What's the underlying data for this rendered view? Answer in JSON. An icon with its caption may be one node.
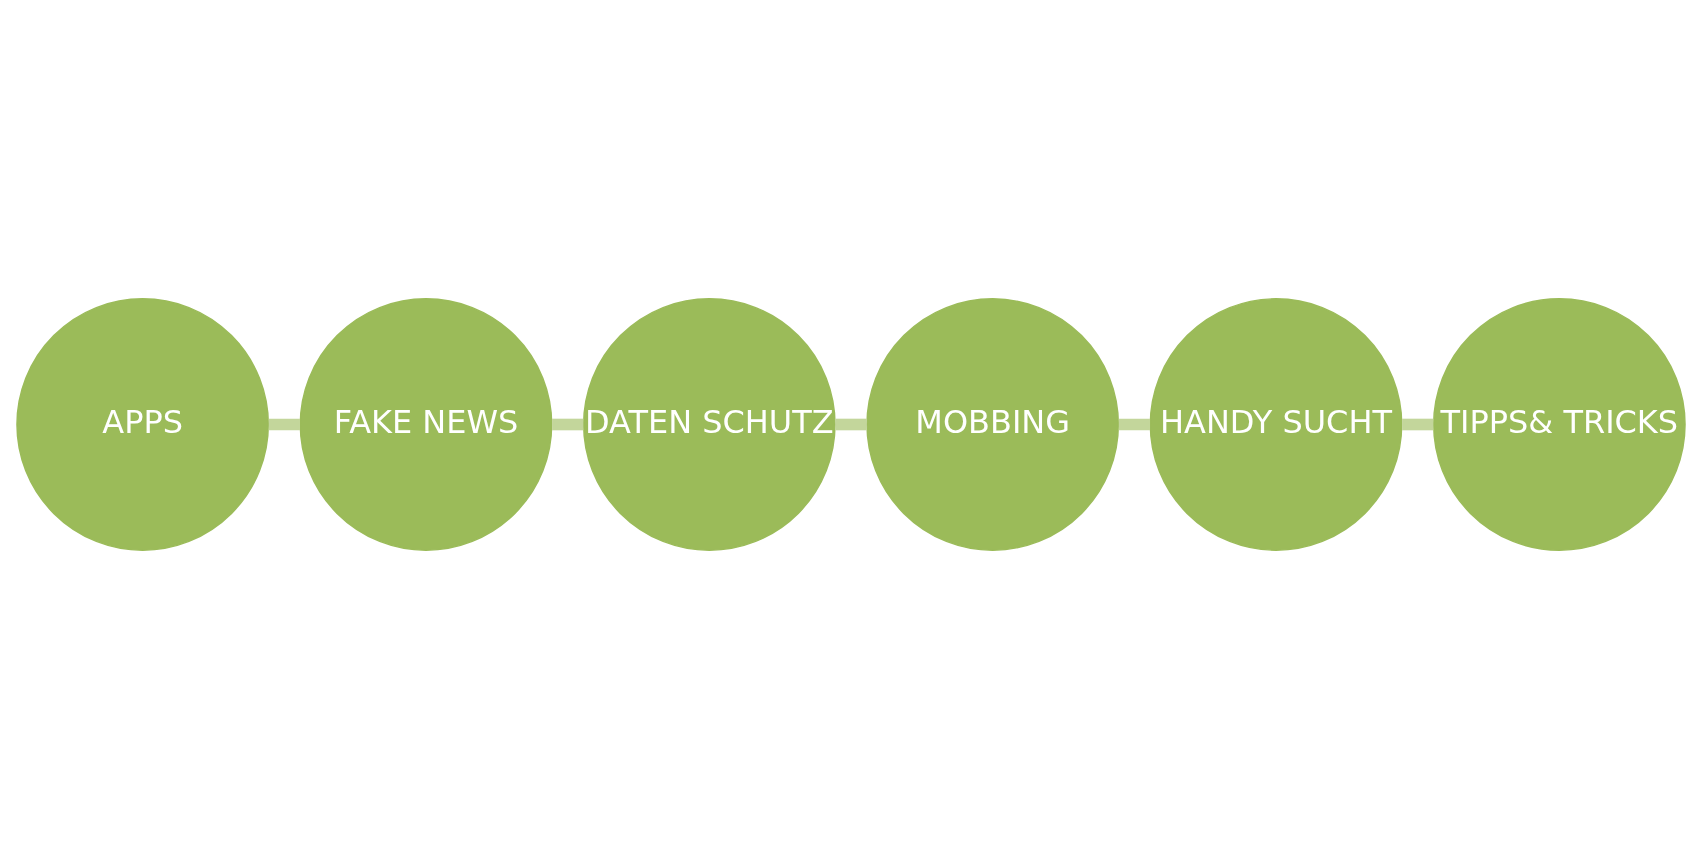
{
  "diagram": {
    "nodes": [
      {
        "text": [
          "APPS"
        ]
      },
      {
        "text": [
          "FAKE NEWS"
        ]
      },
      {
        "text": [
          "DATEN SCHUTZ"
        ]
      },
      {
        "text": [
          "MOBBING"
        ]
      },
      {
        "text": [
          "HANDY SUCHT"
        ]
      },
      {
        "text": [
          "TIPPS& TRICKS"
        ]
      }
    ],
    "edges": [
      {
        "from": 0,
        "to": 1,
        "arrow": "none"
      },
      {
        "from": 1,
        "to": 2,
        "arrow": "none"
      },
      {
        "from": 2,
        "to": 3,
        "arrow": "none"
      },
      {
        "from": 3,
        "to": 4,
        "arrow": "none"
      },
      {
        "from": 4,
        "to": 5,
        "arrow": "none"
      }
    ]
  }
}
